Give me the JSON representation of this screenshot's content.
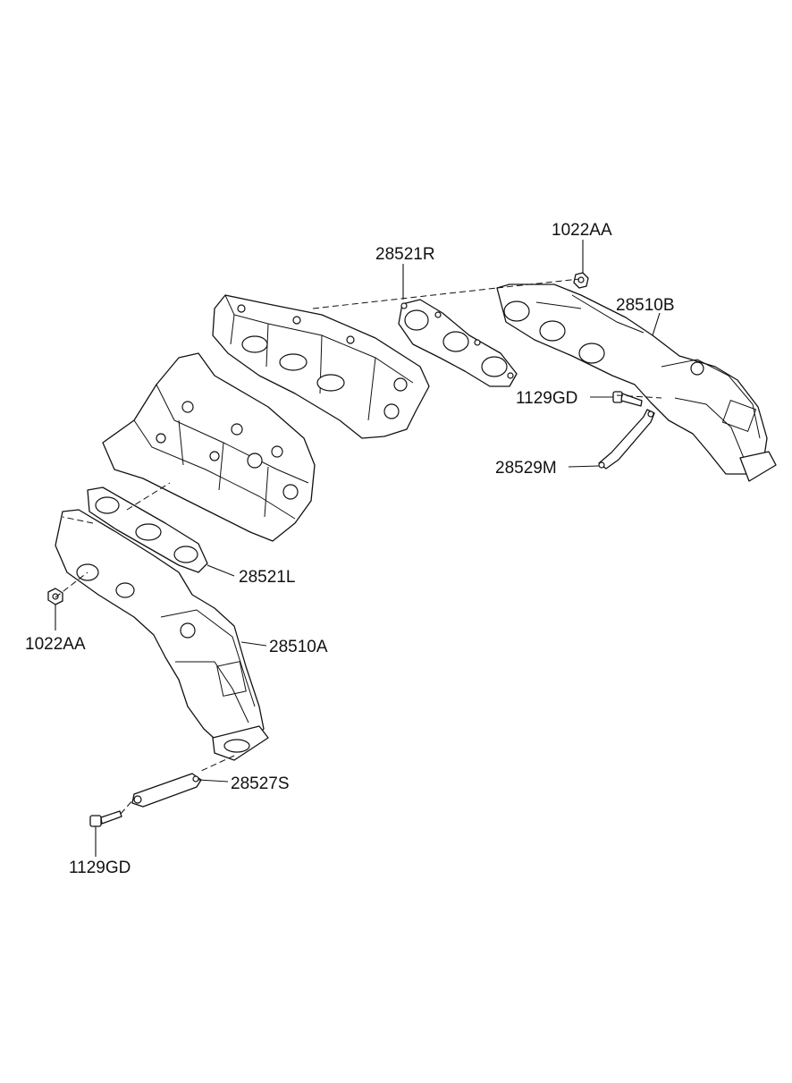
{
  "diagram": {
    "labels": {
      "nut_right": "1022AA",
      "gasket_right": "28521R",
      "manifold_right": "28510B",
      "bolt_right": "1129GD",
      "stay_right": "28529M",
      "gasket_left": "28521L",
      "nut_left": "1022AA",
      "manifold_left": "28510A",
      "stay_left": "28527S",
      "bolt_left": "1129GD"
    }
  }
}
